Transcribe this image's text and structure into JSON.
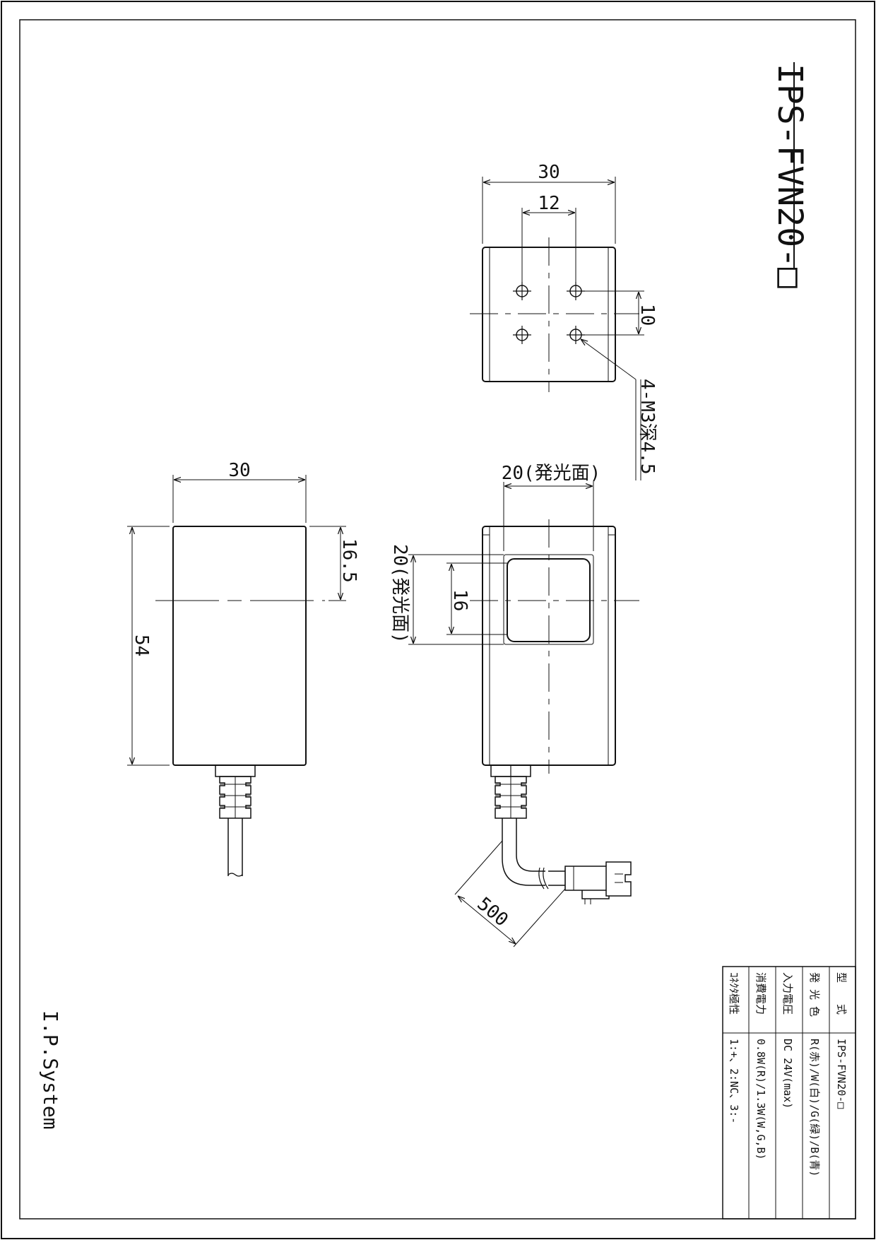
{
  "drawing": {
    "title": "IPS-FVN20-□",
    "brand": "I.P.System"
  },
  "dimensions": {
    "top_width": "30",
    "hole_pitch_x": "12",
    "hole_pitch_y": "10",
    "holes": "4-M3深4.5",
    "front_emit_width": "20(発光面)",
    "front_emit_height": "20(発光面)",
    "front_window": "16",
    "side_width": "30",
    "side_length": "54",
    "side_offset": "16.5",
    "cable_length": "500"
  },
  "spec_table": {
    "rows": [
      {
        "label": "型　　式",
        "value": "IPS-FVN20-□"
      },
      {
        "label": "発 光 色",
        "value": "R(赤)/W(白)/G(緑)/B(青)"
      },
      {
        "label": "入力電圧",
        "value": "DC 24V(max)"
      },
      {
        "label": "消費電力",
        "value": "0.8W(R)/1.3W(W,G,B)"
      },
      {
        "label": "ｺﾈｸﾀ極性",
        "value": "1:+、2:NC、3:-"
      }
    ]
  }
}
